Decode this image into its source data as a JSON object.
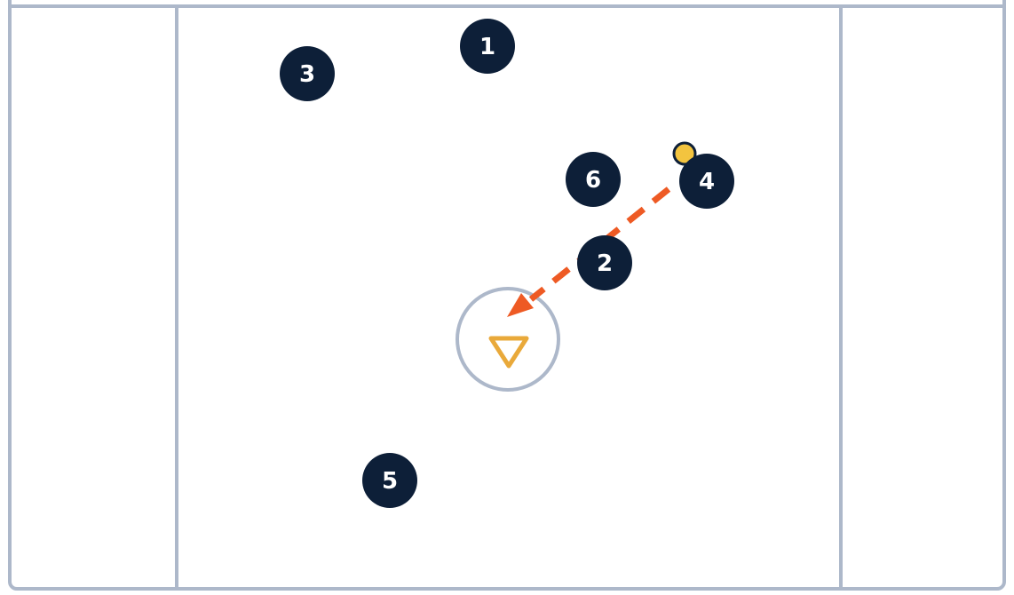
{
  "colors": {
    "field_background": "#ffffff",
    "field_lines": "#adb8ca",
    "player_fill": "#0d1f38",
    "player_text": "#ffffff",
    "ball": "#f3c43f",
    "pass_arrow": "#ee5a24",
    "goal_marker": "#e9a93a"
  },
  "icons": {
    "ball": "ball-icon",
    "goal": "goal-triangle-icon",
    "pass": "dashed-arrow"
  },
  "players": [
    {
      "id": "p1",
      "label": "1"
    },
    {
      "id": "p2",
      "label": "2"
    },
    {
      "id": "p3",
      "label": "3"
    },
    {
      "id": "p4",
      "label": "4"
    },
    {
      "id": "p5",
      "label": "5"
    },
    {
      "id": "p6",
      "label": "6"
    }
  ],
  "pass": {
    "from": "4",
    "to": "goal"
  }
}
